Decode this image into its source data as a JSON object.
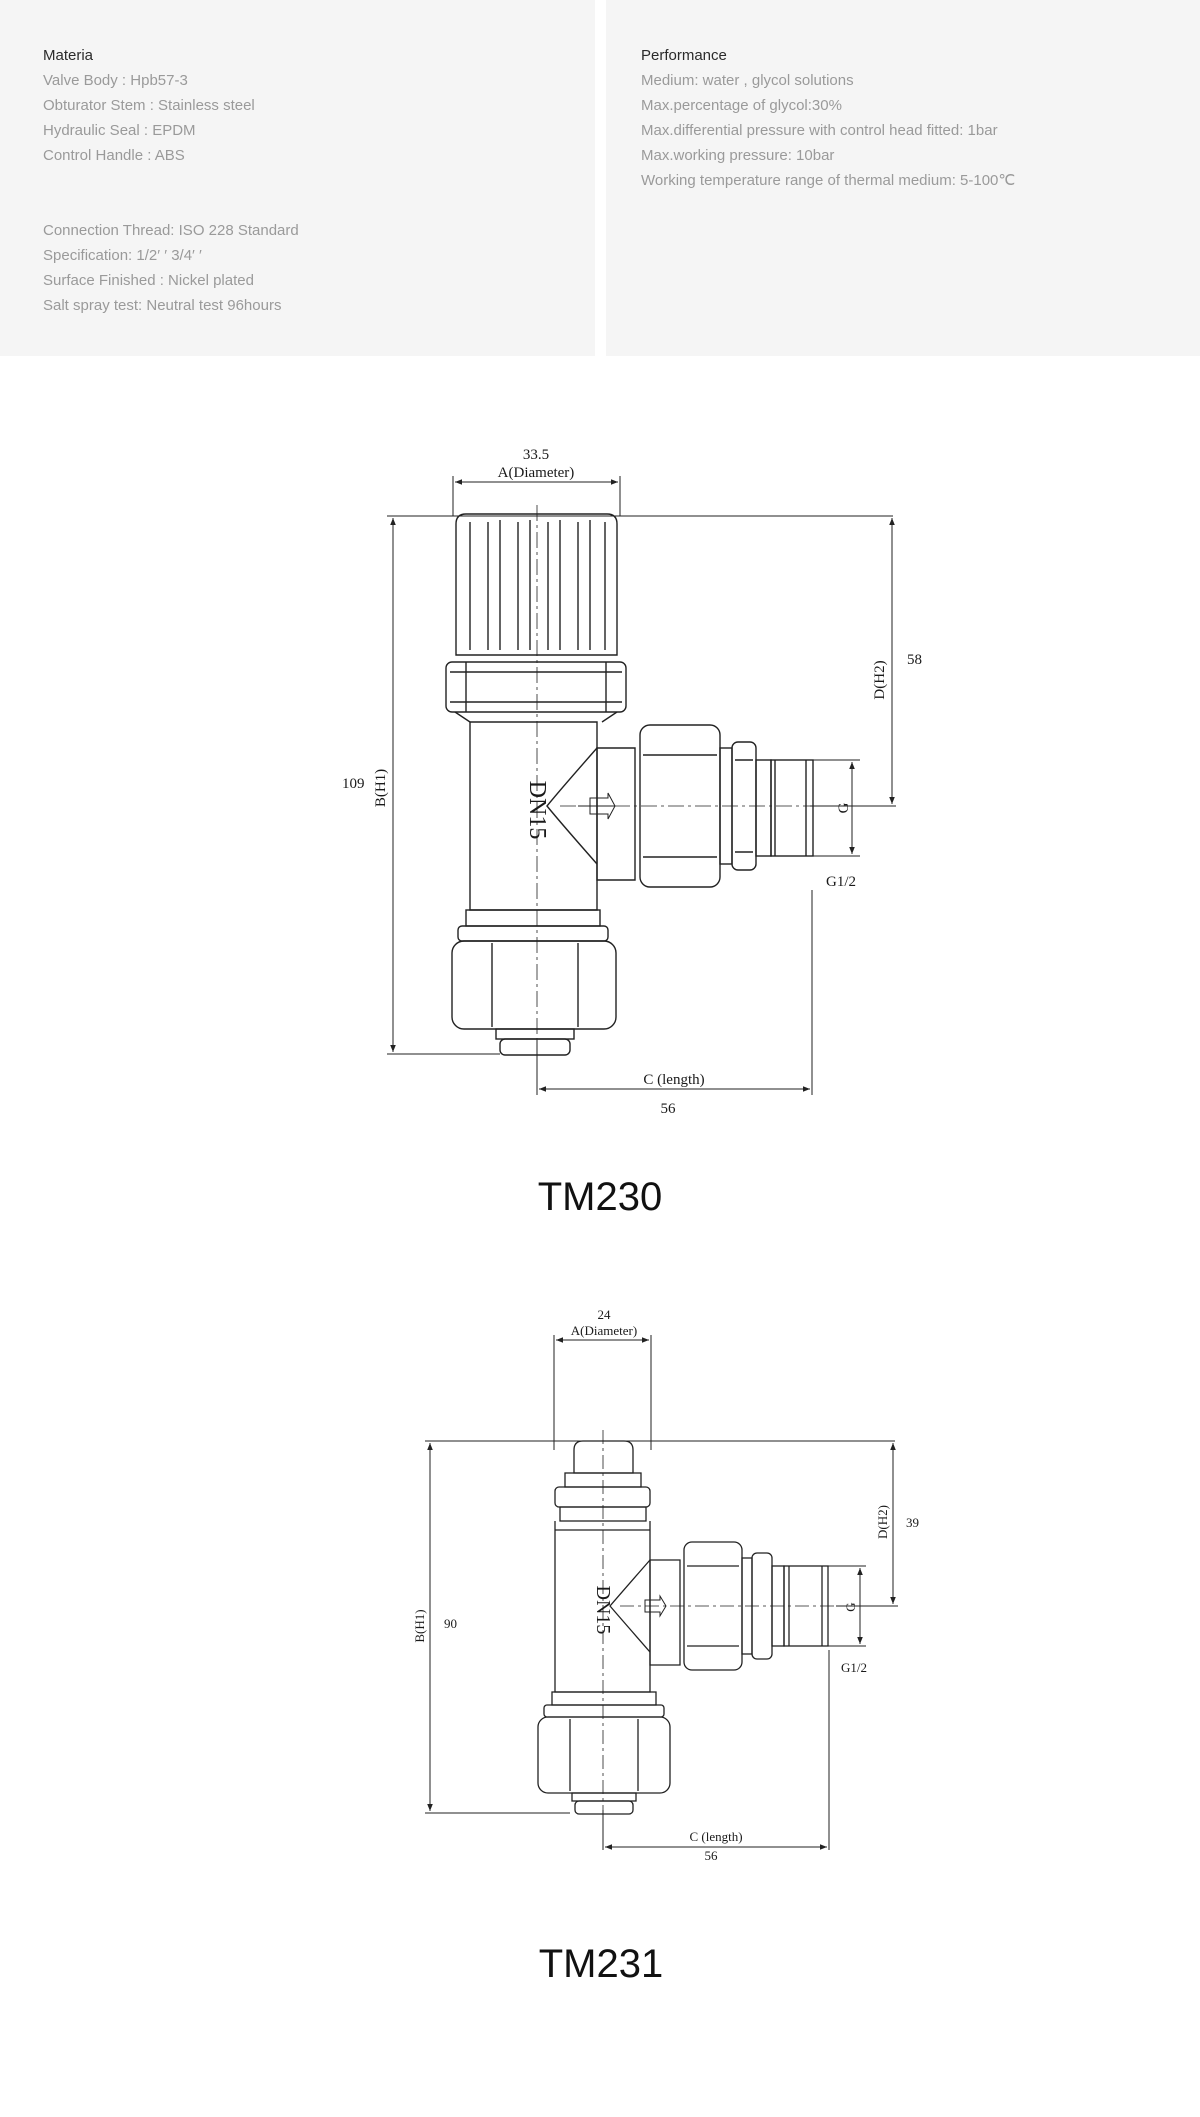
{
  "materials": {
    "heading": "Materia",
    "lines": [
      "Valve Body : Hpb57-3",
      "Obturator Stem : Stainless steel",
      "Hydraulic Seal : EPDM",
      "Control Handle : ABS"
    ],
    "lines2": [
      "Connection Thread: ISO 228 Standard",
      "Specification: 1/2′ ′ 3/4′ ′",
      "Surface Finished : Nickel plated",
      "Salt spray test: Neutral test 96hours"
    ]
  },
  "performance": {
    "heading": "Performance",
    "lines": [
      "Medium: water , glycol solutions",
      "Max.percentage of glycol:30%",
      "Max.differential pressure with control head fitted: 1bar",
      "Max.working pressure: 10bar",
      "Working temperature range of thermal medium: 5-100℃"
    ]
  },
  "tm230": {
    "model": "TM230",
    "a_value": "33.5",
    "a_label": "A(Diameter)",
    "b_value": "109",
    "b_label": "B(H1)",
    "c_label": "C (length)",
    "c_value": "56",
    "d_label": "D(H2)",
    "d_value": "58",
    "g_label": "G",
    "thread_label": "G1/2",
    "body_mark": "DN15"
  },
  "tm231": {
    "model": "TM231",
    "a_value": "24",
    "a_label": "A(Diameter)",
    "b_value": "90",
    "b_label": "B(H1)",
    "c_label": "C (length)",
    "c_value": "56",
    "d_label": "D(H2)",
    "d_value": "39",
    "g_label": "G",
    "thread_label": "G1/2",
    "body_mark": "DN15"
  }
}
